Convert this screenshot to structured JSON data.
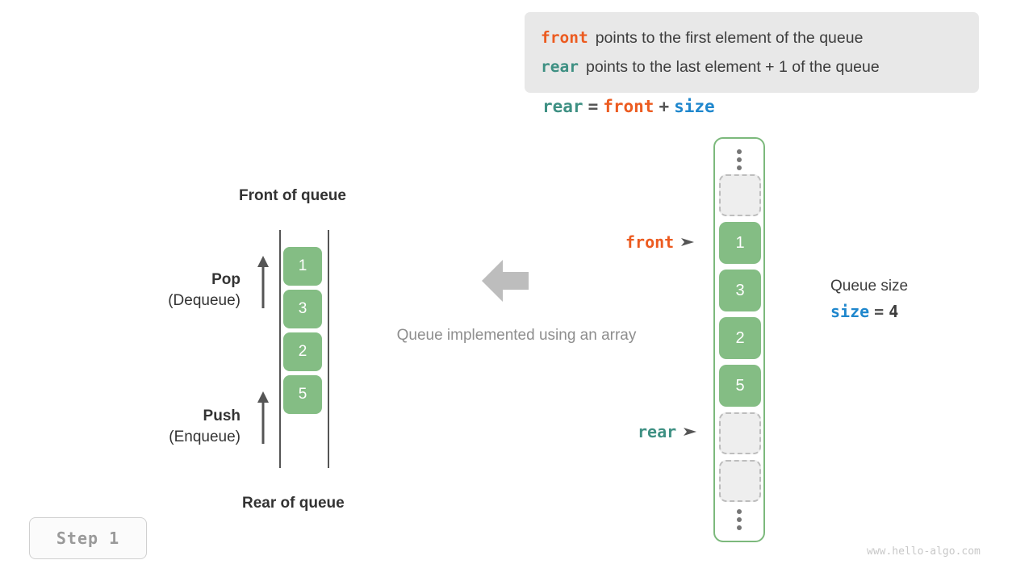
{
  "legend": {
    "lines": [
      {
        "keyword": "front",
        "keyword_color": "#ec5b20",
        "description": "points to the first element of the queue"
      },
      {
        "keyword": "rear",
        "keyword_color": "#3e9083",
        "description": "points to the last element + 1 of the queue"
      }
    ],
    "background_color": "#e8e8e8"
  },
  "formula": {
    "lhs": "rear",
    "equals": "=",
    "rhs1": "front",
    "plus": "+",
    "rhs2": "size"
  },
  "left_diagram": {
    "top_label": "Front of queue",
    "bottom_label": "Rear of queue",
    "cells": [
      "1",
      "3",
      "2",
      "5"
    ],
    "pop": {
      "title": "Pop",
      "subtitle": "(Dequeue)"
    },
    "push": {
      "title": "Push",
      "subtitle": "(Enqueue)"
    }
  },
  "center": {
    "caption": "Queue implemented using an array",
    "arrow_color": "#bdbdbd",
    "arrow_direction": "left"
  },
  "array_diagram": {
    "slots": [
      {
        "type": "dots",
        "value": ""
      },
      {
        "type": "empty",
        "value": ""
      },
      {
        "type": "filled",
        "value": "1"
      },
      {
        "type": "filled",
        "value": "3"
      },
      {
        "type": "filled",
        "value": "2"
      },
      {
        "type": "filled",
        "value": "5"
      },
      {
        "type": "empty",
        "value": ""
      },
      {
        "type": "empty",
        "value": ""
      },
      {
        "type": "dots",
        "value": ""
      }
    ],
    "front_pointer_label": "front",
    "rear_pointer_label": "rear",
    "cell_color": "#84bd84",
    "border_color": "#7cb97c"
  },
  "size_info": {
    "title": "Queue size",
    "variable": "size",
    "equals": "=",
    "value": "4",
    "variable_color": "#1f87cd"
  },
  "step_badge": {
    "label": "Step 1"
  },
  "watermark": {
    "text": "www.hello-algo.com"
  }
}
